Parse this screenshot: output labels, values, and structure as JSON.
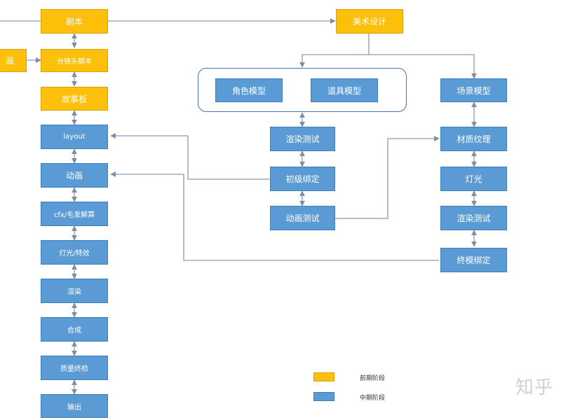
{
  "nodes": {
    "script": "剧本",
    "storyboard_script": "分镜头脚本",
    "story_board": "故事板",
    "left_cut": "画",
    "layout": "layout",
    "animation": "动画",
    "cfx": "cfx/毛发解算",
    "light_fx": "灯光/特效",
    "render": "渲染",
    "composite": "合成",
    "qc": "质量终检",
    "output": "输出",
    "art_design": "美术设计",
    "char_model": "角色模型",
    "prop_model": "道具模型",
    "render_test_1": "渲染测试",
    "rigging": "初级绑定",
    "anim_test": "动画测试",
    "scene_model": "场景模型",
    "material": "材质纹理",
    "lighting": "灯光",
    "render_test_2": "渲染测试",
    "final_rig": "终模绑定"
  },
  "legend": {
    "pre_stage": "前期阶段",
    "mid_stage": "中期阶段"
  },
  "colors": {
    "pre": "#fcbf0a",
    "mid": "#5b9bd5",
    "line": "#8a9bb0"
  },
  "watermark": "知乎"
}
